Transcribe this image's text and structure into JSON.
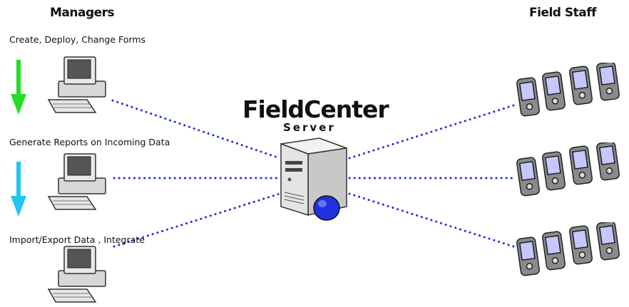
{
  "managers_heading": "Managers",
  "field_staff_heading": "Field Staff",
  "server": {
    "title": "FieldCenter",
    "subtitle": "Server"
  },
  "manager_captions": [
    "Create, Deploy, Change Forms",
    "Generate Reports on Incoming Data",
    "Import/Export Data , Integrate"
  ],
  "icons": {
    "desktop": "desktop-computer-icon",
    "server": "server-tower-icon",
    "pda": "pda-device-icon"
  },
  "colors": {
    "connector": "#1f2fd0",
    "arrow_green": "#22dd22",
    "arrow_cyan": "#1ec6f0",
    "server_globe": "#2030e0"
  }
}
